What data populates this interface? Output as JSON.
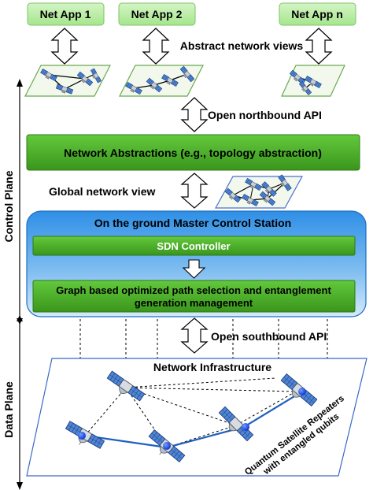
{
  "apps": [
    "Net App 1",
    "Net App 2",
    "Net App n"
  ],
  "labels": {
    "abstract_views": "Abstract network views",
    "northbound_api": "Open northbound API",
    "network_abstractions": "Network Abstractions (e.g., topology abstraction)",
    "global_view": "Global network view",
    "master_station": "On the ground Master Control Station",
    "sdn_controller": "SDN Controller",
    "graph_line1": "Graph based optimized path selection and entanglement",
    "graph_line2": "generation management",
    "southbound_api": "Open southbound API",
    "network_infrastructure": "Network Infrastructure",
    "repeaters_line1": "Quantum Satellite Repeaters",
    "repeaters_line2": "with entangled qubits",
    "control_plane": "Control Plane",
    "data_plane": "Data Plane"
  },
  "colors": {
    "app_fill": "#b6eda0",
    "app_border": "#7cc46a",
    "green_top": "#5bc236",
    "green_bottom": "#3d9b1e",
    "blue_top": "#3fa0ec",
    "blue_bottom": "#bfdff5",
    "view_fill": "#eef7e6",
    "view_border": "#6aa84f",
    "link_blue": "#1f5fbf"
  },
  "icons": [
    "double-arrow-icon",
    "satellite-icon",
    "qubit-node-icon"
  ]
}
